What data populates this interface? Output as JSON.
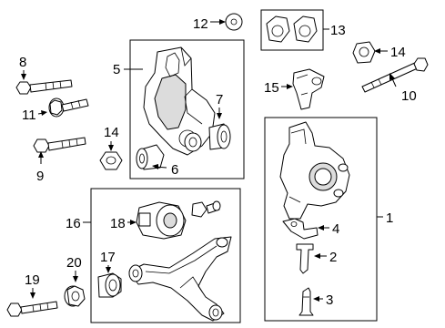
{
  "callouts": {
    "c1": "1",
    "c2": "2",
    "c3": "3",
    "c4": "4",
    "c5": "5",
    "c6": "6",
    "c7": "7",
    "c8": "8",
    "c9": "9",
    "c10": "10",
    "c11": "11",
    "c12": "12",
    "c13": "13",
    "c14a": "14",
    "c14b": "14",
    "c15": "15",
    "c16": "16",
    "c17": "17",
    "c18": "18",
    "c19": "19",
    "c20": "20"
  }
}
